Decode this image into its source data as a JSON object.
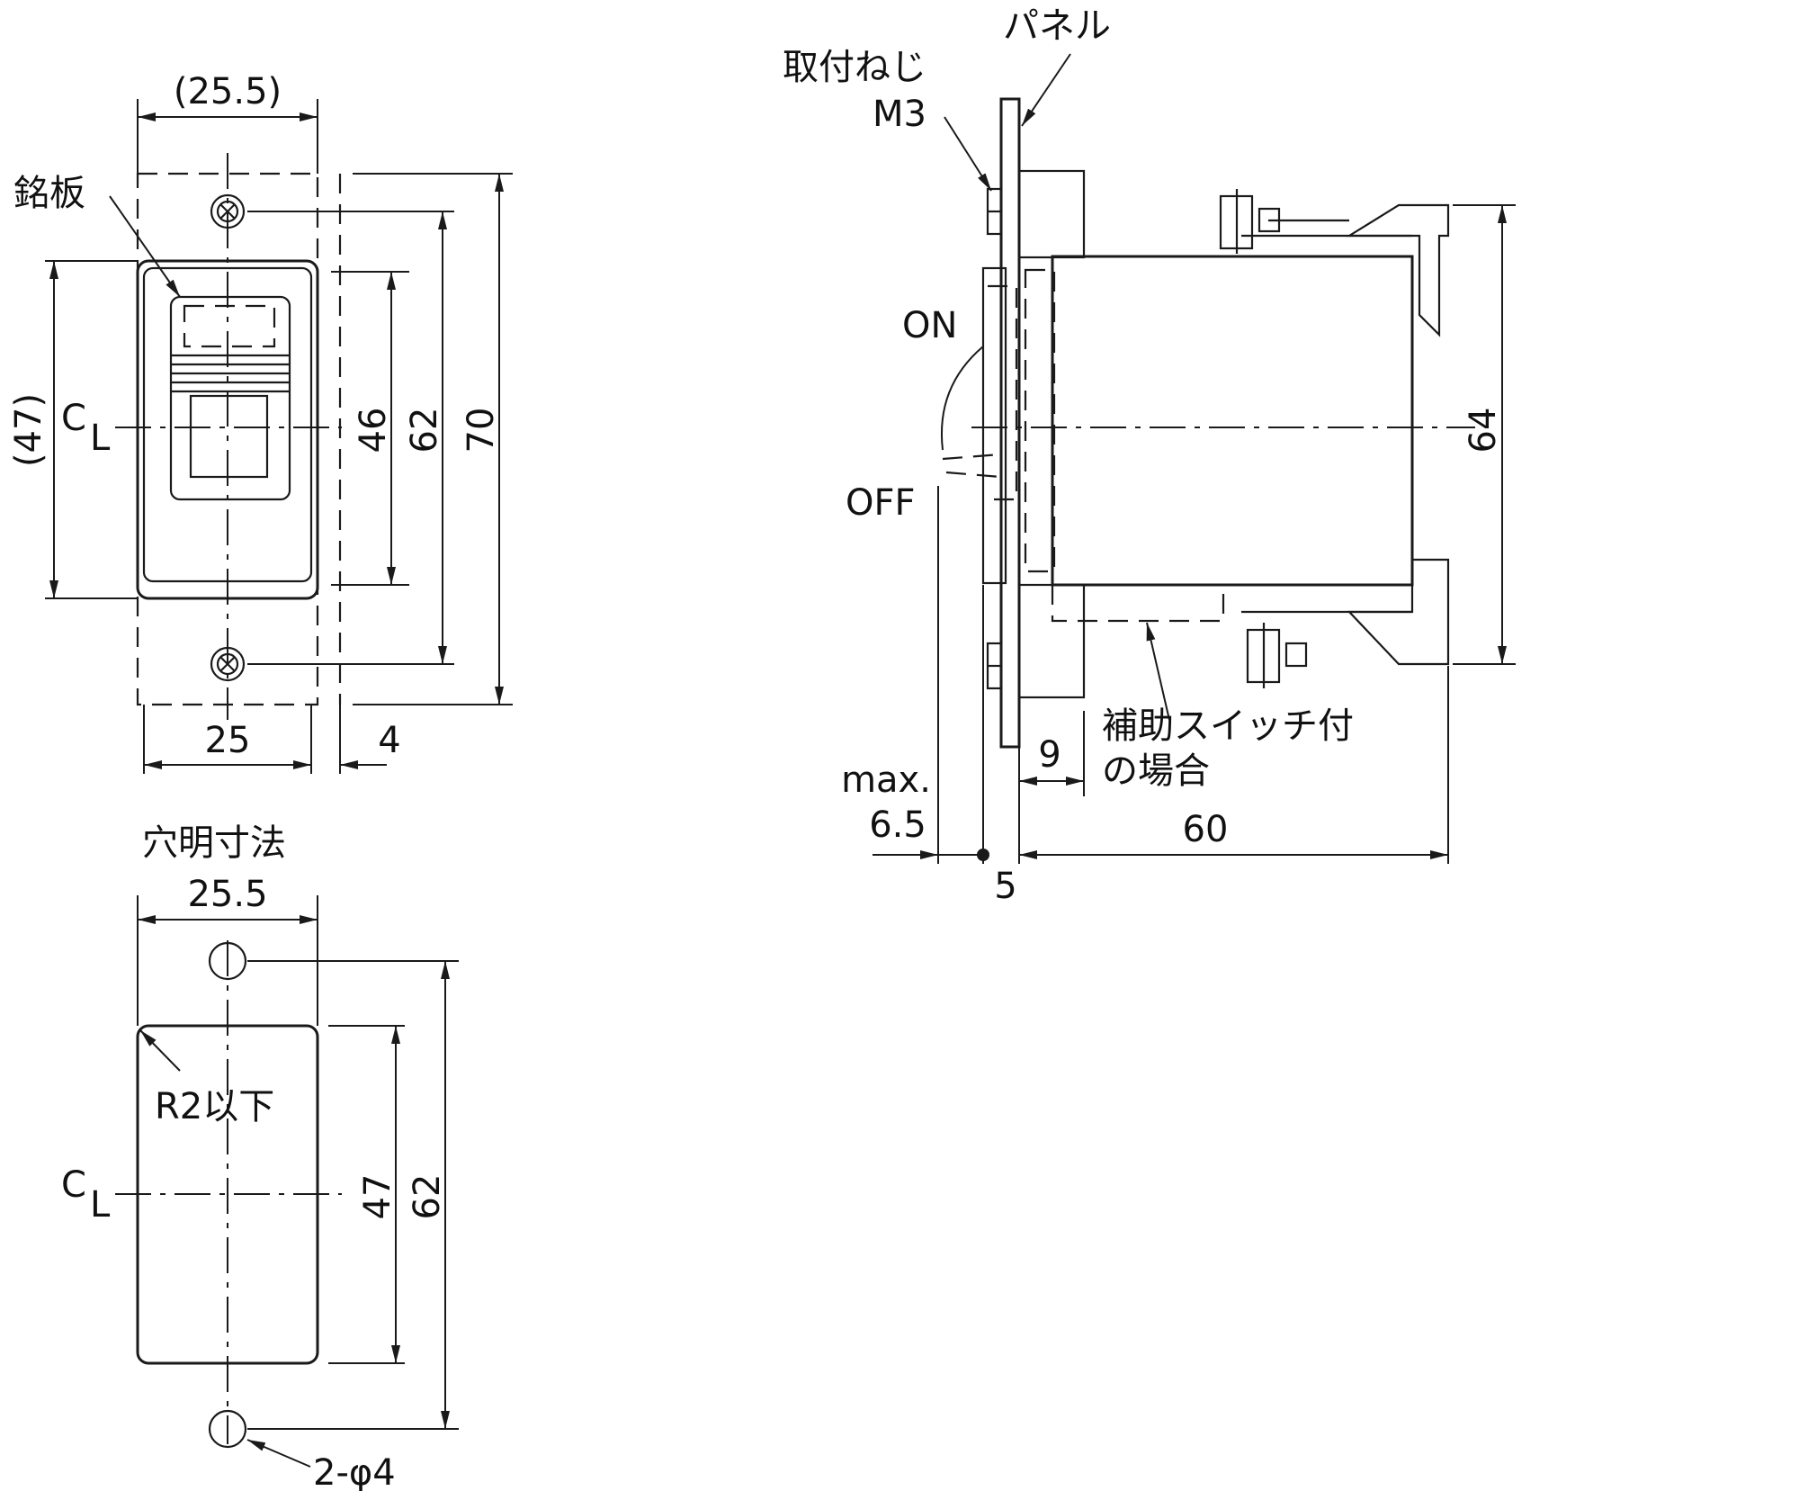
{
  "front_view": {
    "width_overall": "(25.5)",
    "nameplate_label": "銘板",
    "height_47": "(47)",
    "centerline_c": "C",
    "centerline_l": "L",
    "dim_46": "46",
    "dim_62": "62",
    "dim_70": "70",
    "dim_25": "25",
    "dim_4": "4"
  },
  "cutout_view": {
    "title": "穴明寸法",
    "dim_25_5": "25.5",
    "radius_note": "R2以下",
    "centerline_c": "C",
    "centerline_l": "L",
    "dim_47": "47",
    "dim_62": "62",
    "holes_note": "2-φ4"
  },
  "side_view": {
    "screw_label": "取付ねじ",
    "screw_size": "M3",
    "panel_label": "パネル",
    "on_label": "ON",
    "off_label": "OFF",
    "dim_64": "64",
    "aux_switch_line1": "補助スイッチ付",
    "aux_switch_line2": "の場合",
    "dim_9": "9",
    "max_label": "max.",
    "max_value": "6.5",
    "dim_60": "60",
    "dim_5": "5"
  }
}
